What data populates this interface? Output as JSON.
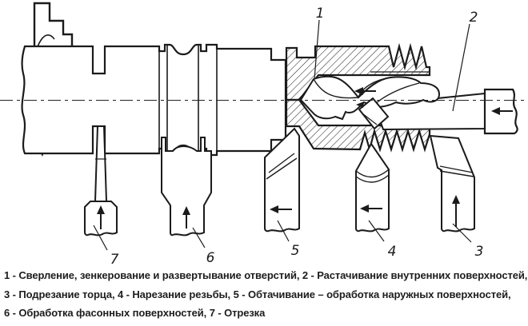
{
  "figure": {
    "type": "lathe-machining-operations-diagram",
    "tool_labels": {
      "drilling": "1",
      "boring": "2",
      "facing": "3",
      "threading": "4",
      "turning": "5",
      "forming": "6",
      "cutoff": "7"
    },
    "caption": {
      "lines": [
        "1 - Сверление, зенкерование и развертывание отверстий, 2 - Растачивание внутренних поверхностей,",
        "3 - Подрезание торца, 4 - Нарезание резьбы, 5 - Обтачивание – обработка наружных поверхностей,",
        "6 - Обработка фасонных поверхностей, 7 - Отрезка"
      ]
    },
    "colors": {
      "ink": "#1b1b1b",
      "background": "#ffffff"
    }
  }
}
